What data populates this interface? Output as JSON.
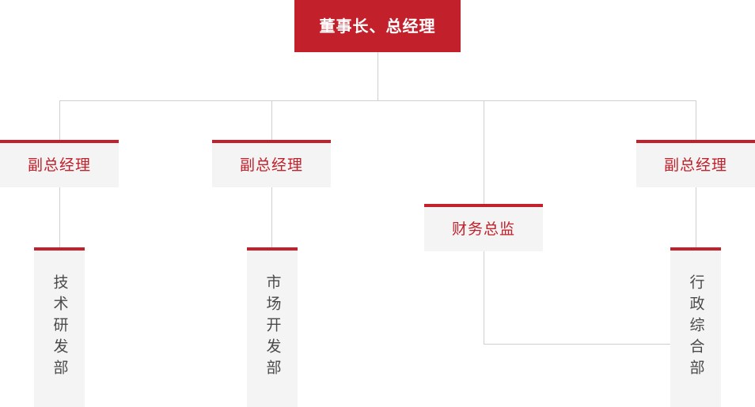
{
  "chart_title": "",
  "colors": {
    "accent_red": "#c2202a",
    "box_background": "#f4f4f4",
    "line_gray": "#cfcfcf",
    "root_text": "#ffffff",
    "mid_text": "#c2202a",
    "dept_text": "#4a4a4a",
    "page_background": "#ffffff"
  },
  "org": {
    "root": {
      "label": "董事长、总经理"
    },
    "level2": [
      {
        "id": "vp-1",
        "label": "副总经理"
      },
      {
        "id": "vp-2",
        "label": "副总经理"
      },
      {
        "id": "cfo",
        "label": "财务总监"
      },
      {
        "id": "vp-3",
        "label": "副总经理"
      }
    ],
    "level3": [
      {
        "id": "dept-rd",
        "label": "技术研发部",
        "parent": "vp-1"
      },
      {
        "id": "dept-market",
        "label": "市场开发部",
        "parent": "vp-2"
      },
      {
        "id": "dept-admin",
        "label": "行政综合部",
        "parent": "cfo"
      }
    ]
  }
}
